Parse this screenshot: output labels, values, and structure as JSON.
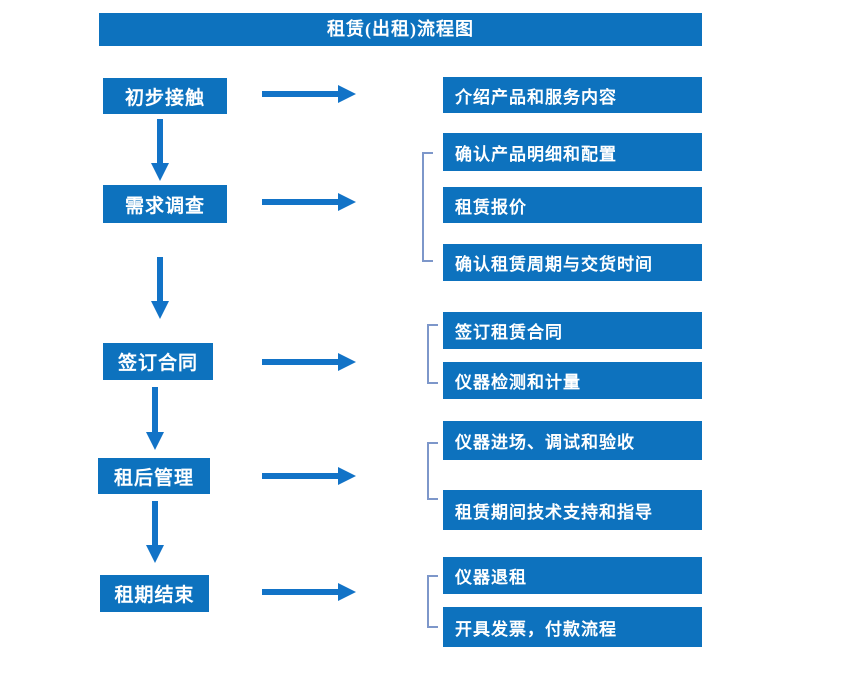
{
  "title": "租赁(出租)流程图",
  "colors": {
    "box_blue": "#0d72be",
    "arrow_blue": "#1273c7",
    "bracket_blue": "#7d97ca",
    "text_white": "#ffffff",
    "background": "#ffffff"
  },
  "steps": [
    {
      "label": "初步接触",
      "outputs": [
        "介绍产品和服务内容"
      ]
    },
    {
      "label": "需求调查",
      "outputs": [
        "确认产品明细和配置",
        "租赁报价",
        "确认租赁周期与交货时间"
      ]
    },
    {
      "label": "签订合同",
      "outputs": [
        "签订租赁合同",
        "仪器检测和计量"
      ]
    },
    {
      "label": "租后管理",
      "outputs": [
        "仪器进场、调试和验收",
        "租赁期间技术支持和指导"
      ]
    },
    {
      "label": "租期结束",
      "outputs": [
        "仪器退租",
        "开具发票，付款流程"
      ]
    }
  ]
}
